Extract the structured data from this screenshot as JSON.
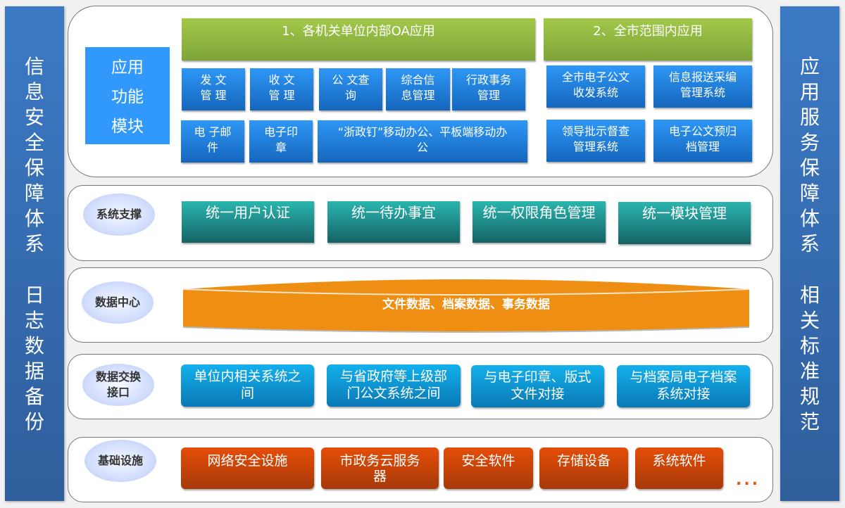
{
  "left_sidebar": {
    "upper": [
      "信",
      "息",
      "安",
      "全",
      "保",
      "障",
      "体",
      "系"
    ],
    "lower": [
      "日",
      "志",
      "数",
      "据",
      "备",
      "份"
    ]
  },
  "right_sidebar": {
    "upper": [
      "应",
      "用",
      "服",
      "务",
      "保",
      "障",
      "体",
      "系"
    ],
    "lower": [
      "相",
      "关",
      "标",
      "准",
      "规",
      "范"
    ]
  },
  "application_layer": {
    "title_lines": [
      "应用",
      "功能",
      "模块"
    ],
    "group1": {
      "title": "1、各机关单位内部OA应用",
      "row1": [
        {
          "line1": "发 文",
          "line2": "管 理"
        },
        {
          "line1": "收 文",
          "line2": "管 理"
        },
        {
          "line1": "公 文查",
          "line2": "询"
        },
        {
          "line1": "综合信",
          "line2": "息管理"
        },
        {
          "line1": "行政事务",
          "line2": "管理"
        }
      ],
      "row2": [
        {
          "line1": "电 子邮",
          "line2": "件"
        },
        {
          "line1": "电子印",
          "line2": "章"
        },
        {
          "line1": "“浙政钉”移动办公、平板端移动办",
          "line2": "公"
        }
      ]
    },
    "group2": {
      "title": "2、全市范围内应用",
      "items": [
        {
          "line1": "全市电子公文",
          "line2": "收发系统"
        },
        {
          "line1": "信息报送采编",
          "line2": "管理系统"
        },
        {
          "line1": "领导批示督查",
          "line2": "管理系统"
        },
        {
          "line1": "电子公文预归",
          "line2": "档管理"
        }
      ]
    }
  },
  "system_support": {
    "label": "系统支撑",
    "items": [
      "统一用户认证",
      "统一待办事宜",
      "统一权限角色管理",
      "统一模块管理"
    ]
  },
  "data_center": {
    "label": "数据中心",
    "content": "文件数据、档案数据、事务数据"
  },
  "data_exchange": {
    "label_line1": "数据交换",
    "label_line2": "接口",
    "items": [
      {
        "line1": "单位内相关系统之",
        "line2": "间"
      },
      {
        "line1": "与省政府等上级部",
        "line2": "门公文系统之间"
      },
      {
        "line1": "与电子印章、版式",
        "line2": "文件对接"
      },
      {
        "line1": "与档案局电子档案",
        "line2": "系统对接"
      }
    ]
  },
  "infrastructure": {
    "label": "基础设施",
    "items": [
      {
        "line1": "网络安全设施",
        "line2": ""
      },
      {
        "line1": "市政务云服务",
        "line2": "器"
      },
      {
        "line1": "安全软件",
        "line2": ""
      },
      {
        "line1": "存储设备",
        "line2": ""
      },
      {
        "line1": "系统软件",
        "line2": ""
      }
    ],
    "more": "..."
  },
  "colors": {
    "sidebar": "#3570b4",
    "module_title": "#3199fc",
    "green": "#92b844",
    "blue": "#1f7fdc",
    "teal": "#1e8a88",
    "orange_cylinder": "#ee8e12",
    "cyan": "#0f96d4",
    "red_orange": "#c84408"
  }
}
